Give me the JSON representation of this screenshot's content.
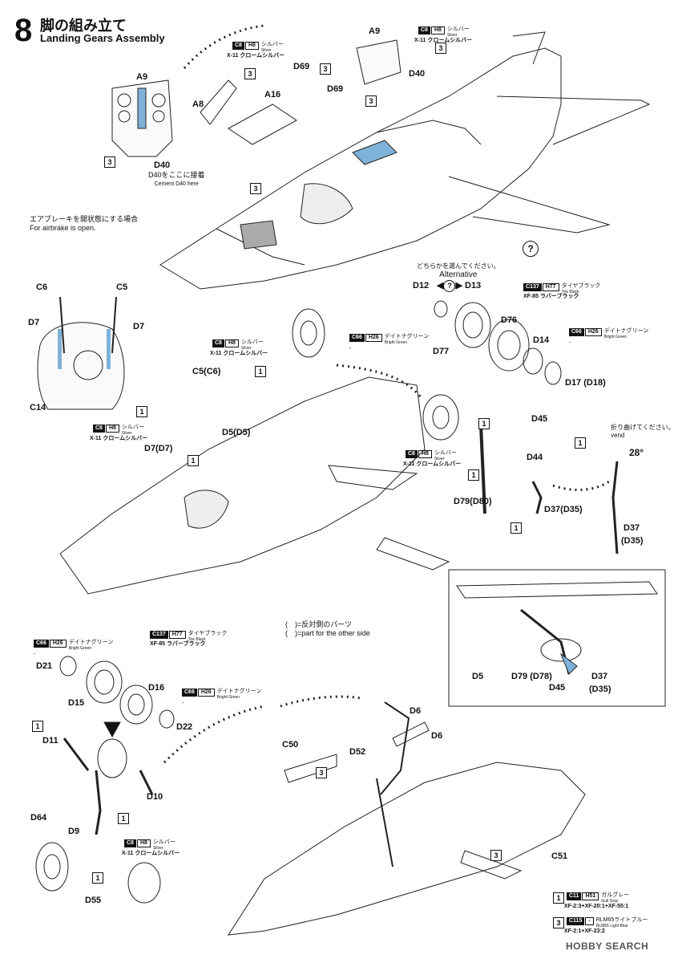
{
  "step": {
    "number": "8",
    "title_jp": "脚の組み立て",
    "title_en": "Landing Gears Assembly"
  },
  "notes": {
    "airbrake_jp": "エアブレーキを開状態にする場合",
    "airbrake_en": "For airbrake is open.",
    "cement_jp": "D40をここに接着",
    "cement_en": "Cement D40 here",
    "alt_jp": "どちらかを選んでください。",
    "alt_en": "Alternative",
    "bend_jp": "折り曲げてください。",
    "bend_en": "vend",
    "angle": "28°",
    "paren_jp": "(　)=反対側のパーツ",
    "paren_en": "(　)=part for the other side",
    "question": "?"
  },
  "parts": {
    "a9_top": "A9",
    "a9_left": "A9",
    "a8": "A8",
    "a16": "A16",
    "d69a": "D69",
    "d69b": "D69",
    "d40a": "D40",
    "d40b": "D40",
    "c6": "C6",
    "c5": "C5",
    "d7a": "D7",
    "d7b": "D7",
    "c14": "C14",
    "c5c6": "C5(C6)",
    "d5d5": "D5(D5)",
    "d7d7": "D7(D7)",
    "d12": "D12",
    "d13": "D13",
    "d77": "D77",
    "d76": "D76",
    "d14": "D14",
    "d17": "D17 (D18)",
    "d45": "D45",
    "d44": "D44",
    "d79": "D79(D80)",
    "d37": "D37(D35)",
    "d37b1": "D37",
    "d37b2": "(D35)",
    "d5": "D5",
    "d79b": "D79 (D78)",
    "d45b": "D45",
    "d37c1": "D37",
    "d37c2": "(D35)",
    "d21": "D21",
    "d15": "D15",
    "d16": "D16",
    "d22": "D22",
    "d11": "D11",
    "d10": "D10",
    "d64": "D64",
    "d9": "D9",
    "d55": "D55",
    "c50": "C50",
    "d52": "D52",
    "d6a": "D6",
    "d6b": "D6",
    "c51": "C51"
  },
  "paints": {
    "silver": {
      "code": "C8",
      "code2": "H8",
      "jp": "シルバー",
      "en": "Silver",
      "xf": "X-11 クロームシルバー"
    },
    "tire": {
      "code": "C137",
      "code2": "H77",
      "jp": "タイヤブラック",
      "en": "Tire Black",
      "xf": "XF-85 ラバーブラック"
    },
    "green": {
      "code": "C66",
      "code2": "H26",
      "jp": "デイトナグリーン",
      "en": "Bright Green",
      "xf": "-"
    },
    "gull": {
      "code": "C11",
      "code2": "H51",
      "jp": "ガルグレー",
      "en": "Gull Gray",
      "xf": "XF-2:3+XF-20:1+XF-55:1"
    },
    "rlm65": {
      "code": "C115",
      "code2": "-",
      "jp": "RLM65ライトブルー",
      "en": "RLM65 Light Blue",
      "xf": "XF-2:1+XF-23:2"
    }
  },
  "legend": {
    "one": "1",
    "three": "3"
  },
  "watermark": "HOBBY SEARCH",
  "colors": {
    "accent": "#7fb2d8",
    "ink": "#111111"
  }
}
